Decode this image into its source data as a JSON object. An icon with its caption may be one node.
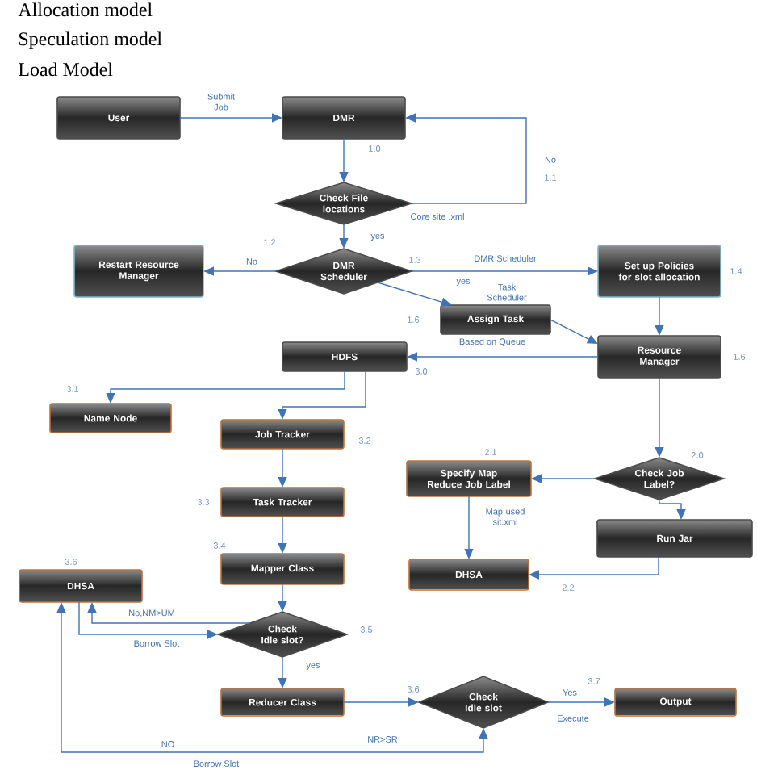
{
  "diagram": {
    "nodes": [
      {
        "text": [
          "User"
        ]
      },
      {
        "text": [
          "DMR"
        ]
      },
      {
        "text": [
          "Check File locations"
        ]
      },
      {
        "text": [
          "DMR Scheduler"
        ]
      },
      {
        "text": [
          "Restart Resource Manager"
        ]
      },
      {
        "text": [
          "Set up Policies for slot allocation"
        ]
      },
      {
        "text": [
          "Assign Task"
        ]
      },
      {
        "text": [
          "Resource Manager"
        ]
      },
      {
        "text": [
          "HDFS"
        ]
      },
      {
        "text": [
          "Name Node"
        ]
      },
      {
        "text": [
          "Job Tracker"
        ]
      },
      {
        "text": [
          "Check Job Label?"
        ]
      },
      {
        "text": [
          "Specify Map Reduce Job Label"
        ]
      },
      {
        "text": [
          "Run Jar"
        ]
      },
      {
        "text": [
          "Task Tracker"
        ]
      },
      {
        "text": [
          "DHSA"
        ]
      },
      {
        "text": [
          "Mapper Class"
        ]
      },
      {
        "text": [
          "DHSA"
        ]
      },
      {
        "text": [
          "Check Idle slot?"
        ]
      },
      {
        "text": [
          "Reducer Class"
        ]
      },
      {
        "text": [
          "Check Idle slot"
        ]
      },
      {
        "text": [
          "Output"
        ]
      }
    ],
    "edges": [
      {
        "from": 0,
        "to": 1,
        "arrow": "to",
        "label": "Submit Job"
      },
      {
        "from": 1,
        "to": 2,
        "arrow": "to"
      },
      {
        "from": 2,
        "to": 1,
        "arrow": "to",
        "label": "No"
      },
      {
        "from": 2,
        "to": 3,
        "arrow": "to",
        "label": "yes"
      },
      {
        "from": 3,
        "to": 4,
        "arrow": "to",
        "label": "No"
      },
      {
        "from": 3,
        "to": 6,
        "arrow": "to",
        "label": "yes"
      },
      {
        "from": 3,
        "to": 5,
        "arrow": "to",
        "label": "DMR Scheduler"
      },
      {
        "from": 6,
        "to": 7,
        "arrow": "to",
        "label": "Based on Queue"
      },
      {
        "from": 5,
        "to": 7,
        "arrow": "to"
      },
      {
        "from": 7,
        "to": 8,
        "arrow": "to"
      },
      {
        "from": 8,
        "to": 9,
        "arrow": "to"
      },
      {
        "from": 8,
        "to": 10,
        "arrow": "to"
      },
      {
        "from": 7,
        "to": 11,
        "arrow": "to"
      },
      {
        "from": 11,
        "to": 12,
        "arrow": "to"
      },
      {
        "from": 11,
        "to": 13,
        "arrow": "to"
      },
      {
        "from": 12,
        "to": 15,
        "arrow": "to",
        "label": "Map used sit.xml"
      },
      {
        "from": 13,
        "to": 15,
        "arrow": "to"
      },
      {
        "from": 10,
        "to": 14,
        "arrow": "to"
      },
      {
        "from": 14,
        "to": 16,
        "arrow": "to"
      },
      {
        "from": 16,
        "to": 18,
        "arrow": "to"
      },
      {
        "from": 18,
        "to": 17,
        "arrow": "to",
        "label": "No,NM>UM"
      },
      {
        "from": 17,
        "to": 18,
        "arrow": "to",
        "label": "Borrow Slot"
      },
      {
        "from": 18,
        "to": 19,
        "arrow": "to",
        "label": "yes"
      },
      {
        "from": 19,
        "to": 20,
        "arrow": "to"
      },
      {
        "from": 20,
        "to": 21,
        "arrow": "to",
        "label": "Yes"
      },
      {
        "from": 20,
        "to": 17,
        "arrow": "both",
        "label": "NO"
      }
    ],
    "labels": [
      "Allocation model",
      "Speculation model",
      "Load Model",
      "1.0",
      "1.1",
      "Core site .xml",
      "1.2",
      "1.3",
      "1.4",
      "Task Scheduler",
      "1.6",
      "1.6",
      "3.0",
      "3.1",
      "3.2",
      "2.1",
      "2.0",
      "3.3",
      "3.4",
      "3.6",
      "2.2",
      "3.5",
      "3.7",
      "3.6",
      "Execute",
      "NR>SR",
      "Borrow Slot"
    ]
  }
}
